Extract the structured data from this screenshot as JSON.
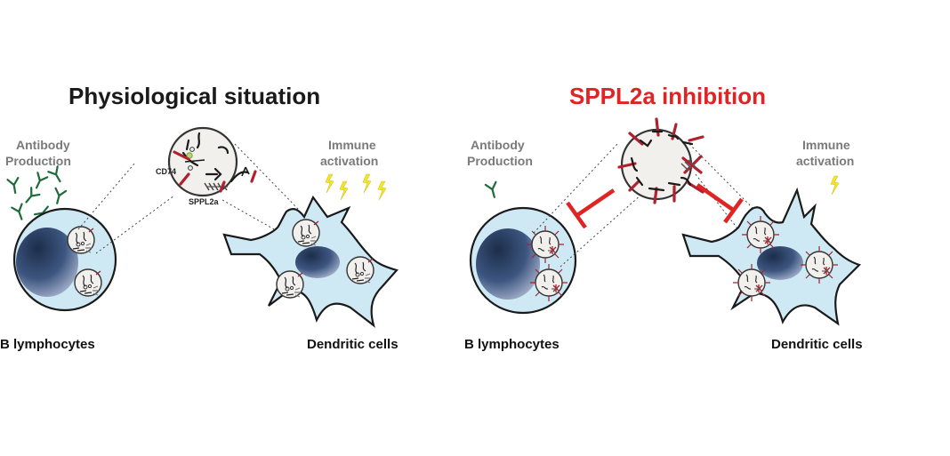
{
  "panels": {
    "left": {
      "title": "Physiological situation",
      "antibody_label_line1": "Antibody",
      "antibody_label_line2": "Production",
      "immune_label_line1": "Immune",
      "immune_label_line2": "activation",
      "cd74_label": "CD74",
      "sppl2a_label": "SPPL2a",
      "b_cell_label": "B lymphocytes",
      "dendritic_label": "Dendritic cells"
    },
    "right": {
      "title": "SPPL2a inhibition",
      "antibody_label_line1": "Antibody",
      "antibody_label_line2": "Production",
      "immune_label_line1": "Immune",
      "immune_label_line2": "activation",
      "b_cell_label": "B lymphocytes",
      "dendritic_label": "Dendritic cells"
    }
  },
  "colors": {
    "title_left": "#1a1a1a",
    "title_right": "#e02424",
    "cell_fill": "#cfe9f4",
    "antibody": "#1e6b3a",
    "lightning": "#f5e52a",
    "inhibition": "#e02424"
  },
  "icons": [
    "antibody-icon",
    "lightning-icon",
    "inhibition-arrow-icon",
    "vesicle-icon",
    "nucleus-icon"
  ]
}
